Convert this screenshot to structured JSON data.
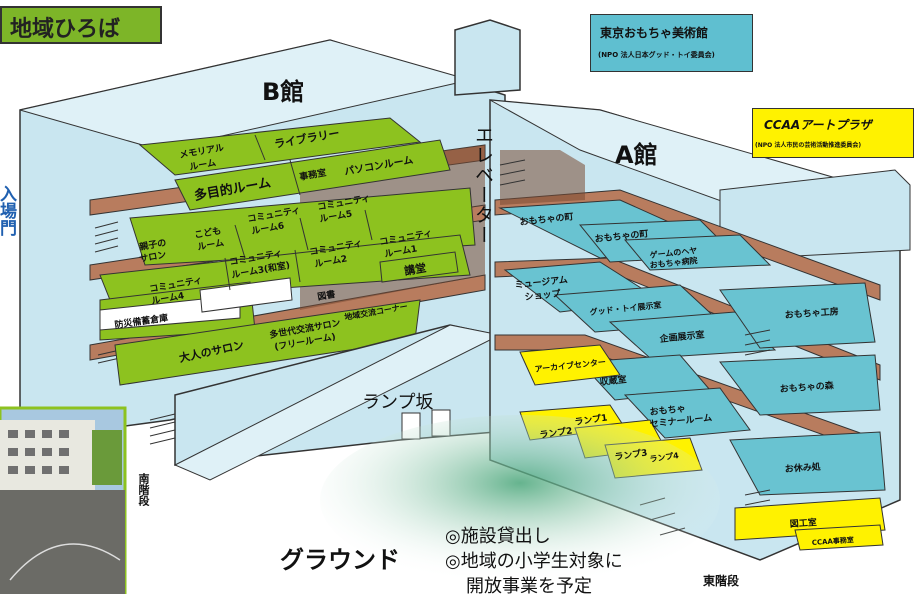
{
  "title": "地域ひろば",
  "b_building": "B館",
  "a_building": "A館",
  "elevator": "エレベーター",
  "ramp": "ランプ坂",
  "ground": "グラウンド",
  "south_stairs": "南階段",
  "east_stairs": "東階段",
  "left_edge_text": "入場門",
  "notes": [
    "◎施設貸出し",
    "◎地域の小学生対象に",
    "開放事業を予定"
  ],
  "museum": {
    "name": "東京おもちゃ美術館",
    "org": "(NPO 法人日本グッド・トイ委員会)"
  },
  "ccaa": {
    "name": "CCAAアートプラザ",
    "org": "(NPO 法人市民の芸術活動推進委員会)"
  },
  "colors": {
    "green": "#8dc21f",
    "cyan": "#69c3d1",
    "yellow": "#fff200",
    "brown": "#b87c5e",
    "building": "#c9e6f0",
    "titlebg": "#7db528"
  },
  "b_rooms": [
    "メモリアルルーム",
    "ライブラリー",
    "多目的ルーム",
    "事務室",
    "パソコンルーム",
    "こどもルーム",
    "コミュニティルーム5",
    "コミュニティルーム6",
    "親子のサロン",
    "コミュニティルーム3(和室)",
    "コミュニティルーム2",
    "コミュニティルーム1",
    "講堂",
    "コミュニティルーム4",
    "図書",
    "防災備蓄倉庫",
    "大人のサロン",
    "多世代交流サロン(フリールーム)",
    "地域交流コーナー"
  ],
  "a_rooms": [
    "おもちゃの町",
    "おもちゃの町",
    "ゲームのヘヤ おもちゃ病院",
    "ミュージアムショップ",
    "グッド・トイ展示室",
    "企画展示室",
    "おもちゃ工房",
    "アーカイブセンター",
    "収蔵室",
    "おもちゃセミナールーム",
    "おもちゃの森",
    "ランプ1",
    "ランプ2",
    "ランプ3",
    "ランプ4",
    "お休み処",
    "図工室",
    "CCAA事務室"
  ]
}
